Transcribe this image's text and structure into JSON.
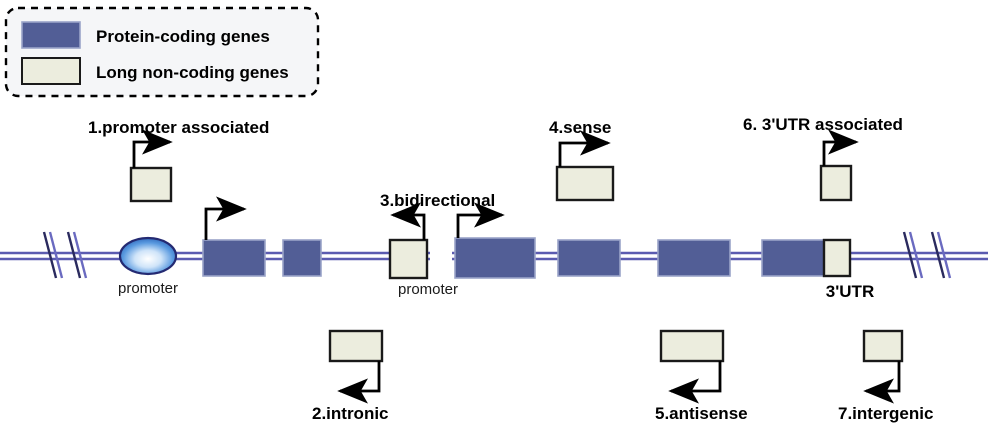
{
  "figure": {
    "title_present": false,
    "colors": {
      "protein_coding_fill": "#525e96",
      "protein_coding_stroke": "#9aa3c8",
      "lncrna_fill": "#ecedde",
      "lncrna_stroke": "#1a1a1a",
      "genomic_line": "#5b5bb0",
      "promoter_ellipse_edge": "#2a63b8",
      "promoter_ellipse_center": "#ffffff",
      "promoter_ellipse_stroke": "#242a72",
      "arrow": "#000000",
      "legend_bg": "#f5f6f8",
      "legend_border": "#000000"
    }
  },
  "legend": {
    "items": [
      {
        "label": "Protein-coding genes",
        "swatch": "protein-coding"
      },
      {
        "label": "Long non-coding genes",
        "swatch": "lncrna"
      }
    ]
  },
  "annotations": {
    "promoter_left": "promoter",
    "promoter_bidirectional": "promoter",
    "three_utr": "3'UTR"
  },
  "categories": [
    {
      "id": 1,
      "label": "1.promoter associated",
      "direction": "right",
      "placement": "above"
    },
    {
      "id": 2,
      "label": "2.intronic",
      "direction": "left",
      "placement": "below"
    },
    {
      "id": 3,
      "label": "3.bidirectional",
      "direction": "both",
      "placement": "above"
    },
    {
      "id": 4,
      "label": "4.sense",
      "direction": "right",
      "placement": "above"
    },
    {
      "id": 5,
      "label": "5.antisense",
      "direction": "left",
      "placement": "below"
    },
    {
      "id": 6,
      "label": "6. 3'UTR associated",
      "direction": "right",
      "placement": "above"
    },
    {
      "id": 7,
      "label": "7.intergenic",
      "direction": "left",
      "placement": "below"
    }
  ]
}
